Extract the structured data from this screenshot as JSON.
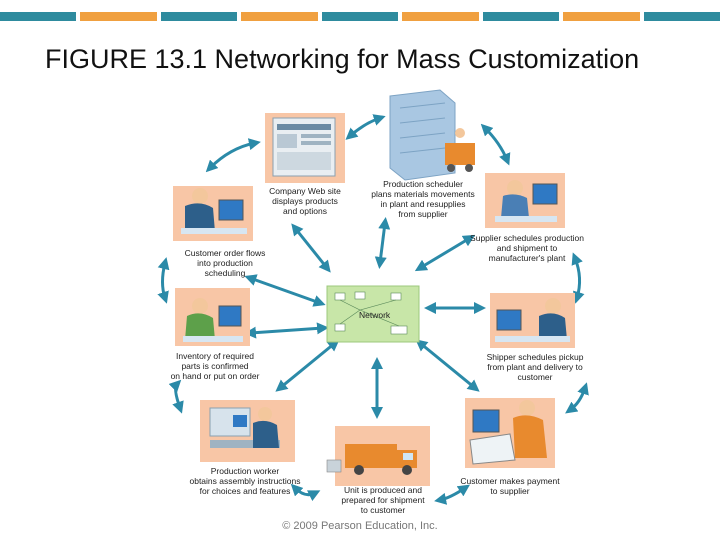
{
  "title": "FIGURE 13.1 Networking for Mass Customization",
  "credit": "© 2009 Pearson Education, Inc.",
  "colors": {
    "bar": [
      "#2e8b9e",
      "#f0a040",
      "#2e8b9e",
      "#f0a040",
      "#2e8b9e",
      "#f0a040",
      "#2e8b9e",
      "#f0a040",
      "#2e8b9e"
    ],
    "arrow": "#2b8aa8",
    "network": "#c8e6a8",
    "skin": "#f3c79c",
    "peach": "#f8c6a6"
  },
  "nodes": {
    "website": [
      "Company Web site",
      "displays products",
      "and options"
    ],
    "scheduler": [
      "Production scheduler",
      "plans materials movements",
      "in plant and resupplies",
      "from supplier"
    ],
    "supplier": [
      "Supplier schedules production",
      "and shipment to",
      "manufacturer's plant"
    ],
    "shipper": [
      "Shipper schedules pickup",
      "from plant and delivery to",
      "customer"
    ],
    "customer": [
      "Customer makes payment",
      "to supplier"
    ],
    "unit": [
      "Unit is produced and",
      "prepared for shipment",
      "to customer"
    ],
    "worker": [
      "Production worker",
      "obtains assembly instructions",
      "for choices and features"
    ],
    "inventory": [
      "Inventory of required",
      "parts is confirmed",
      "on hand or put on order"
    ],
    "order": [
      "Customer order flows",
      "into production",
      "scheduling"
    ],
    "network": "Network"
  }
}
